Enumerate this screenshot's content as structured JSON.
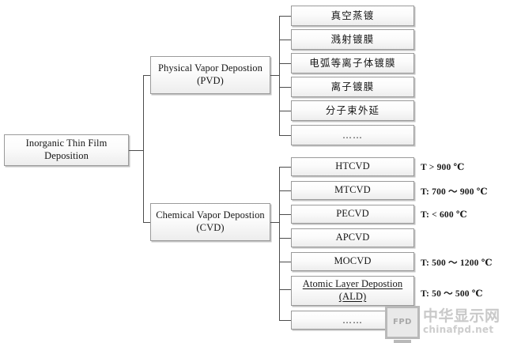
{
  "diagram": {
    "root": {
      "line1": "Inorganic Thin Film",
      "line2": "Deposition"
    },
    "branches": [
      {
        "id": "pvd",
        "line1": "Physical Vapor Depostion",
        "line2": "(PVD)",
        "children": [
          {
            "label": "真空蒸镀",
            "script": "cjk",
            "temp": ""
          },
          {
            "label": "溅射镀膜",
            "script": "cjk",
            "temp": ""
          },
          {
            "label": "电弧等离子体镀膜",
            "script": "cjk",
            "temp": ""
          },
          {
            "label": "离子镀膜",
            "script": "cjk",
            "temp": ""
          },
          {
            "label": "分子束外延",
            "script": "cjk",
            "temp": ""
          },
          {
            "label": "……",
            "script": "dots",
            "temp": ""
          }
        ]
      },
      {
        "id": "cvd",
        "line1": "Chemical Vapor Depostion",
        "line2": "(CVD)",
        "children": [
          {
            "label": "HTCVD",
            "script": "latin",
            "temp": "T > 900 ℃"
          },
          {
            "label": "MTCVD",
            "script": "latin",
            "temp": "T: 700 ～ 900 ℃"
          },
          {
            "label": "PECVD",
            "script": "latin",
            "temp": "T: < 600 ℃"
          },
          {
            "label": "APCVD",
            "script": "latin",
            "temp": ""
          },
          {
            "label": "MOCVD",
            "script": "latin",
            "temp": "T: 500 ～ 1200 ℃"
          },
          {
            "label": "Atomic Layer Depostion",
            "label2": "(ALD)",
            "script": "latin",
            "underlined": true,
            "temp": "T: 50 ～ 500 ℃"
          },
          {
            "label": "……",
            "script": "dots",
            "temp": ""
          }
        ]
      }
    ]
  },
  "watermark": {
    "logo_text": "FPD",
    "site_name": "中华显示网",
    "site_url": "chinafpd.net"
  },
  "colors": {
    "box_border": "#9a9a9a",
    "line": "#4c4c4c",
    "text": "#161616",
    "watermark": "#c9c9c9"
  }
}
